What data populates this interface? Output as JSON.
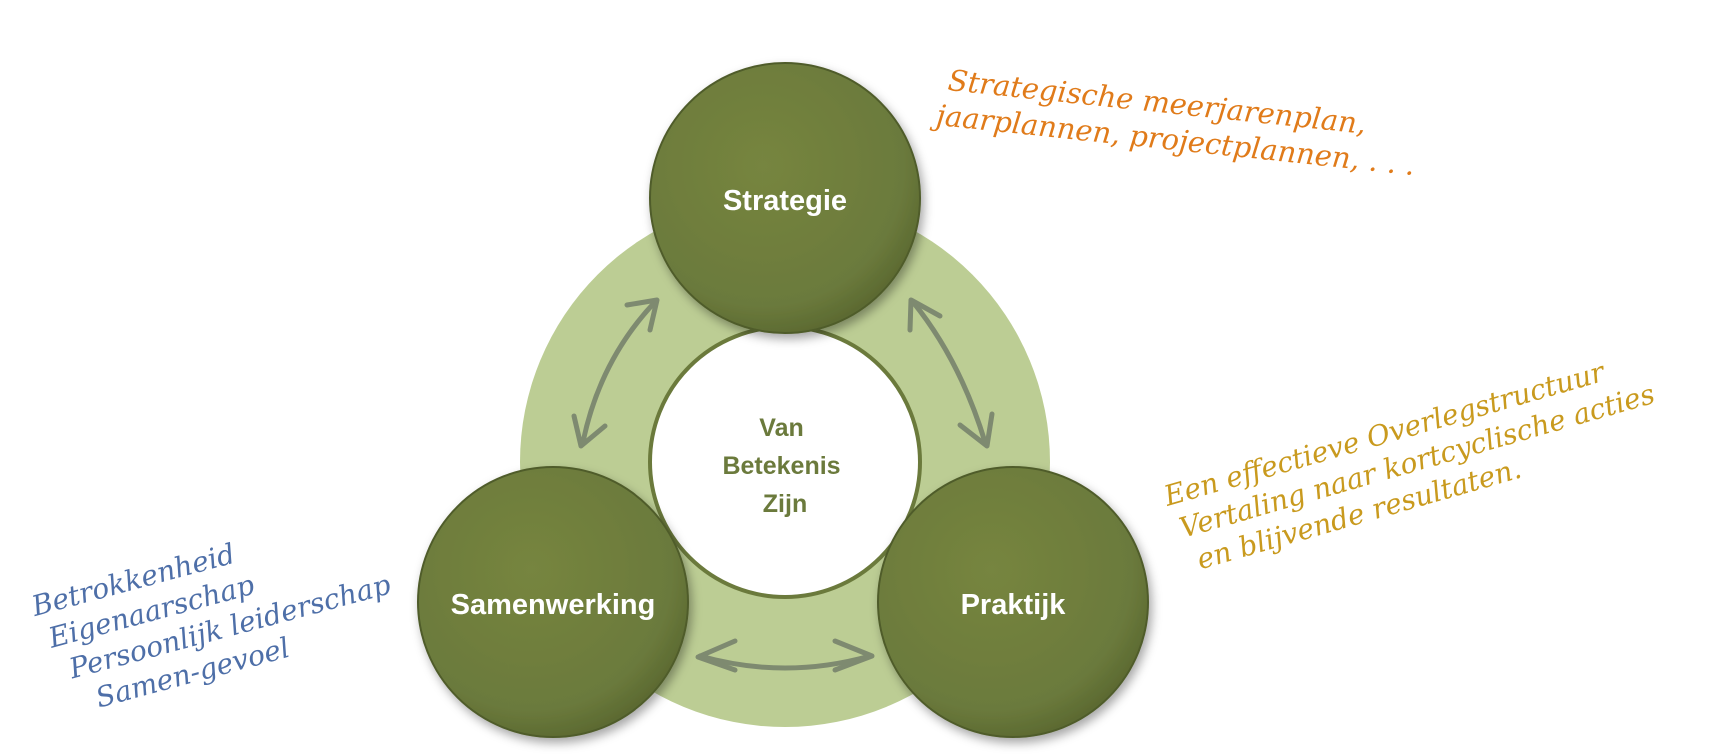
{
  "center": {
    "lines": [
      "Van",
      "Betekenis",
      "Zijn"
    ]
  },
  "nodes": {
    "strategie": "Strategie",
    "praktijk": "Praktijk",
    "samenwerking": "Samenwerking"
  },
  "notes": {
    "strategie": [
      "Strategische meerjarenplan,",
      "jaarplannen, projectplannen, . . ."
    ],
    "praktijk": [
      "Een effectieve Overlegstructuur",
      "Vertaling naar kortcyclische acties",
      "en blijvende resultaten."
    ],
    "samenwerking": [
      "Betrokkenheid",
      "Eigenaarschap",
      "Persoonlijk leiderschap",
      "Samen-gevoel"
    ]
  },
  "colors": {
    "ring": "#bccd94",
    "node_fill": "#6b7a3c",
    "node_edge": "#4f5c2a",
    "center_text": "#6b7a3c",
    "arrow": "#7e8a70",
    "note_strategie": "#e07b1a",
    "note_praktijk": "#c99a1e",
    "note_samenwerking": "#4e6fa8"
  },
  "icons": {
    "cycle_arrows": "double-headed-curved-arrow"
  }
}
